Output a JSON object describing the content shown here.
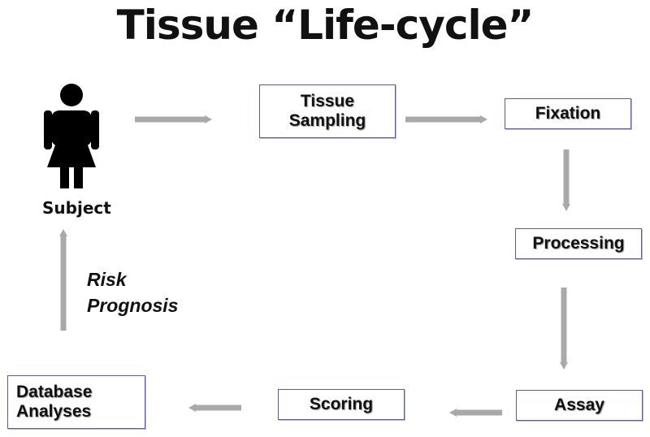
{
  "title": "Tissue “Life-cycle”",
  "subject": {
    "label": "Subject",
    "icon": "person-icon"
  },
  "steps": {
    "tissue_sampling": "Tissue\nSampling",
    "fixation": "Fixation",
    "processing": "Processing",
    "assay": "Assay",
    "scoring": "Scoring",
    "database_analyses": "Database\nAnalyses"
  },
  "outcomes": {
    "line1": "Risk",
    "line2": "Prognosis"
  },
  "colors": {
    "arrow": "#a9a9a9",
    "box_border": "#5a5aa8",
    "text": "#111111"
  }
}
